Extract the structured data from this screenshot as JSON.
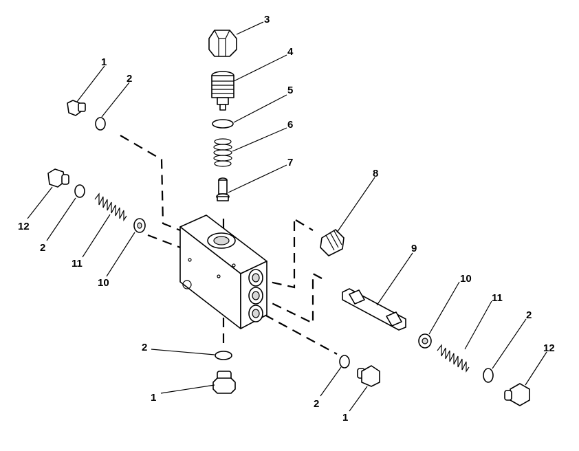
{
  "callouts": [
    {
      "id": "c-3",
      "text": "3"
    },
    {
      "id": "c-4",
      "text": "4"
    },
    {
      "id": "c-5",
      "text": "5"
    },
    {
      "id": "c-6",
      "text": "6"
    },
    {
      "id": "c-7",
      "text": "7"
    },
    {
      "id": "c-8",
      "text": "8"
    },
    {
      "id": "c-9",
      "text": "9"
    },
    {
      "id": "c-1-topleft",
      "text": "1"
    },
    {
      "id": "c-2-topleft",
      "text": "2"
    },
    {
      "id": "c-12-left",
      "text": "12"
    },
    {
      "id": "c-2-left",
      "text": "2"
    },
    {
      "id": "c-11-left",
      "text": "11"
    },
    {
      "id": "c-10-left",
      "text": "10"
    },
    {
      "id": "c-2-bottom",
      "text": "2"
    },
    {
      "id": "c-1-bottom",
      "text": "1"
    },
    {
      "id": "c-2-bottomright",
      "text": "2"
    },
    {
      "id": "c-1-bottomright",
      "text": "1"
    },
    {
      "id": "c-10-right",
      "text": "10"
    },
    {
      "id": "c-11-right",
      "text": "11"
    },
    {
      "id": "c-2-right",
      "text": "2"
    },
    {
      "id": "c-12-right",
      "text": "12"
    }
  ]
}
